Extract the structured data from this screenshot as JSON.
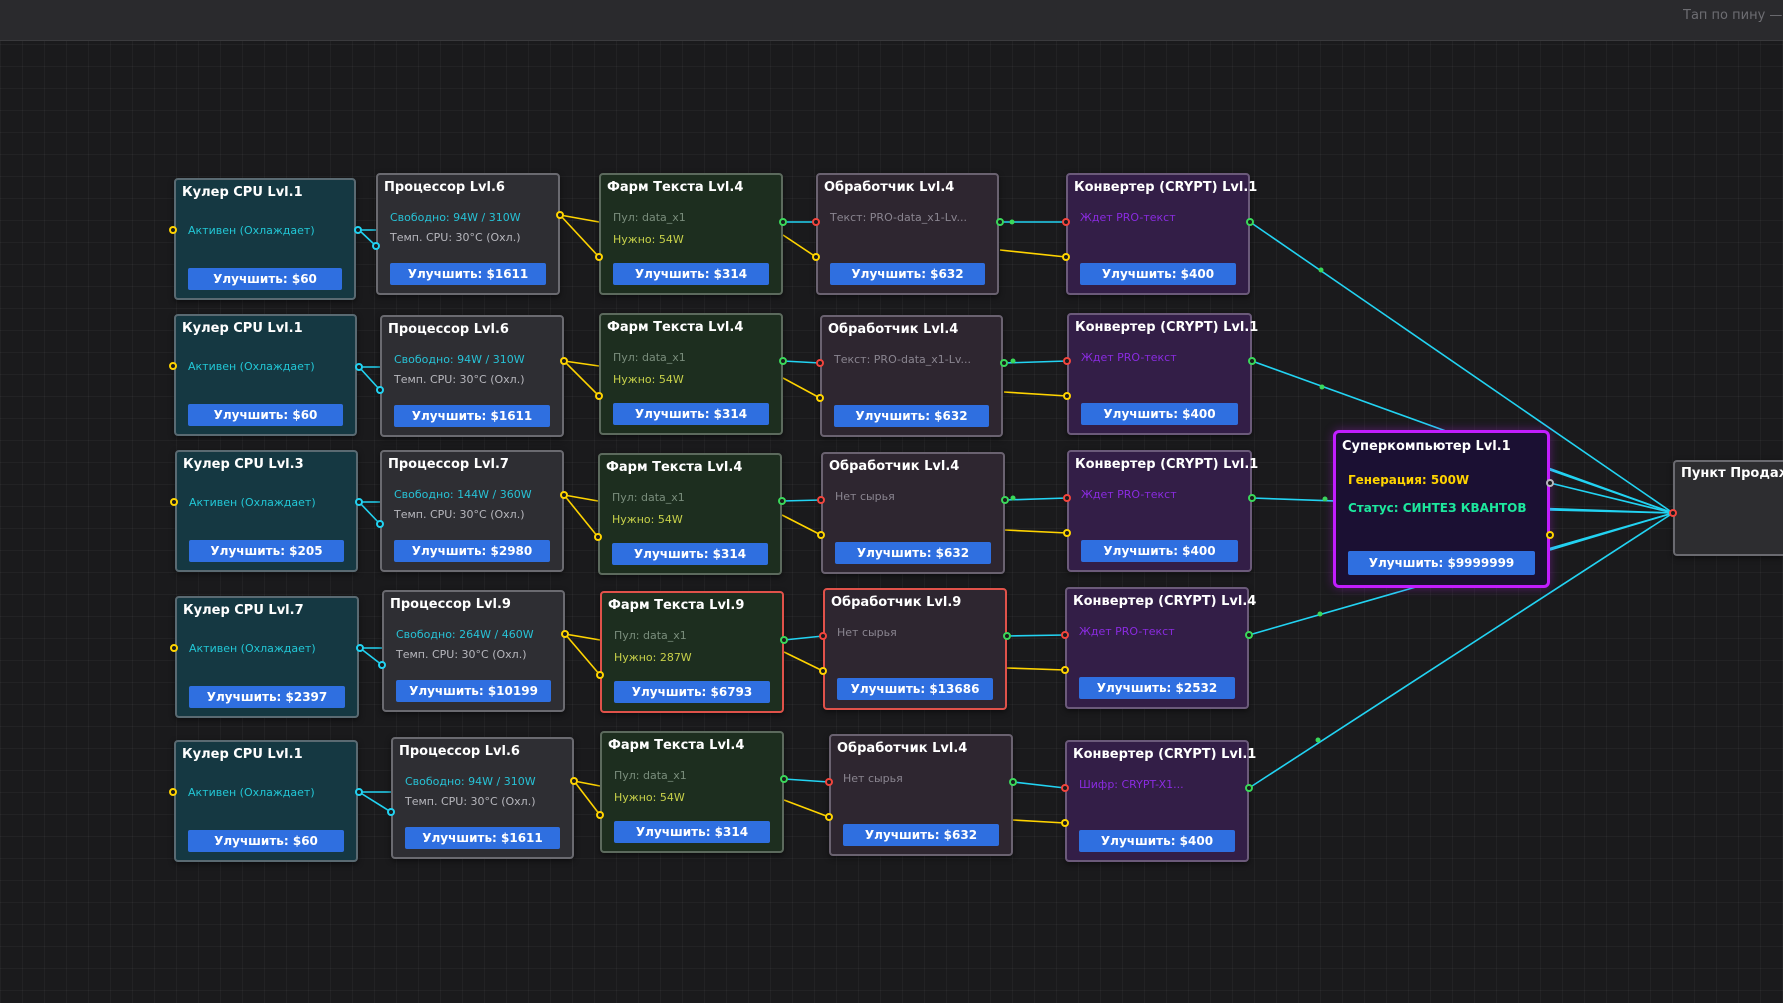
{
  "hint": "Тап по пину — т",
  "colors": {
    "wire_yellow": "#ffd400",
    "wire_cyan": "#22d3f2",
    "accent_button": "#2f6fe0",
    "super_border": "#c21dff"
  },
  "rows": [
    {
      "cooler": {
        "title": "Кулер CPU Lvl.1",
        "status": "Активен (Охлаждает)",
        "button": "Улучшить: $60"
      },
      "processor": {
        "title": "Процессор Lvl.6",
        "power": "Свободно: 94W / 310W",
        "temp": "Темп. CPU: 30°C (Охл.)",
        "button": "Улучшить: $1611"
      },
      "farm": {
        "title": "Фарм Текста Lvl.4",
        "pool": "Пул: data_x1",
        "need": "Нужно: 54W",
        "button": "Улучшить: $314"
      },
      "handler": {
        "title": "Обработчик Lvl.4",
        "text": "Текст: PRO-data_x1-Lv...",
        "button": "Улучшить: $632"
      },
      "converter": {
        "title": "Конвертер (CRYPT) Lvl.1",
        "status": "Ждет PRO-текст",
        "button": "Улучшить: $400"
      }
    },
    {
      "cooler": {
        "title": "Кулер CPU Lvl.1",
        "status": "Активен (Охлаждает)",
        "button": "Улучшить: $60"
      },
      "processor": {
        "title": "Процессор Lvl.6",
        "power": "Свободно: 94W / 310W",
        "temp": "Темп. CPU: 30°C (Охл.)",
        "button": "Улучшить: $1611"
      },
      "farm": {
        "title": "Фарм Текста Lvl.4",
        "pool": "Пул: data_x1",
        "need": "Нужно: 54W",
        "button": "Улучшить: $314"
      },
      "handler": {
        "title": "Обработчик Lvl.4",
        "text": "Текст: PRO-data_x1-Lv...",
        "button": "Улучшить: $632"
      },
      "converter": {
        "title": "Конвертер (CRYPT) Lvl.1",
        "status": "Ждет PRO-текст",
        "button": "Улучшить: $400"
      }
    },
    {
      "cooler": {
        "title": "Кулер CPU Lvl.3",
        "status": "Активен (Охлаждает)",
        "button": "Улучшить: $205"
      },
      "processor": {
        "title": "Процессор Lvl.7",
        "power": "Свободно: 144W / 360W",
        "temp": "Темп. CPU: 30°C (Охл.)",
        "button": "Улучшить: $2980"
      },
      "farm": {
        "title": "Фарм Текста Lvl.4",
        "pool": "Пул: data_x1",
        "need": "Нужно: 54W",
        "button": "Улучшить: $314"
      },
      "handler": {
        "title": "Обработчик Lvl.4",
        "text": "Нет сырья",
        "button": "Улучшить: $632"
      },
      "converter": {
        "title": "Конвертер (CRYPT) Lvl.1",
        "status": "Ждет PRO-текст",
        "button": "Улучшить: $400"
      }
    },
    {
      "cooler": {
        "title": "Кулер CPU Lvl.7",
        "status": "Активен (Охлаждает)",
        "button": "Улучшить: $2397"
      },
      "processor": {
        "title": "Процессор Lvl.9",
        "power": "Свободно: 264W / 460W",
        "temp": "Темп. CPU: 30°C (Охл.)",
        "button": "Улучшить: $10199"
      },
      "farm": {
        "title": "Фарм Текста Lvl.9",
        "pool": "Пул: data_x1",
        "need": "Нужно: 287W",
        "button": "Улучшить: $6793"
      },
      "handler": {
        "title": "Обработчик Lvl.9",
        "text": "Нет сырья",
        "button": "Улучшить: $13686"
      },
      "converter": {
        "title": "Конвертер (CRYPT) Lvl.4",
        "status": "Ждет PRO-текст",
        "button": "Улучшить: $2532"
      }
    },
    {
      "cooler": {
        "title": "Кулер CPU Lvl.1",
        "status": "Активен (Охлаждает)",
        "button": "Улучшить: $60"
      },
      "processor": {
        "title": "Процессор Lvl.6",
        "power": "Свободно: 94W / 310W",
        "temp": "Темп. CPU: 30°C (Охл.)",
        "button": "Улучшить: $1611"
      },
      "farm": {
        "title": "Фарм Текста Lvl.4",
        "pool": "Пул: data_x1",
        "need": "Нужно: 54W",
        "button": "Улучшить: $314"
      },
      "handler": {
        "title": "Обработчик Lvl.4",
        "text": "Нет сырья",
        "button": "Улучшить: $632"
      },
      "converter": {
        "title": "Конвертер (CRYPT) Lvl.1",
        "status": "Шифр: CRYPT-X1...",
        "button": "Улучшить: $400"
      }
    }
  ],
  "supercomputer": {
    "title": "Суперкомпьютер Lvl.1",
    "generation": "Генерация: 500W",
    "status": "Статус: СИНТЕЗ КВАНТОВ",
    "button": "Улучшить: $9999999"
  },
  "sell_point": {
    "title": "Пункт Продажи"
  }
}
